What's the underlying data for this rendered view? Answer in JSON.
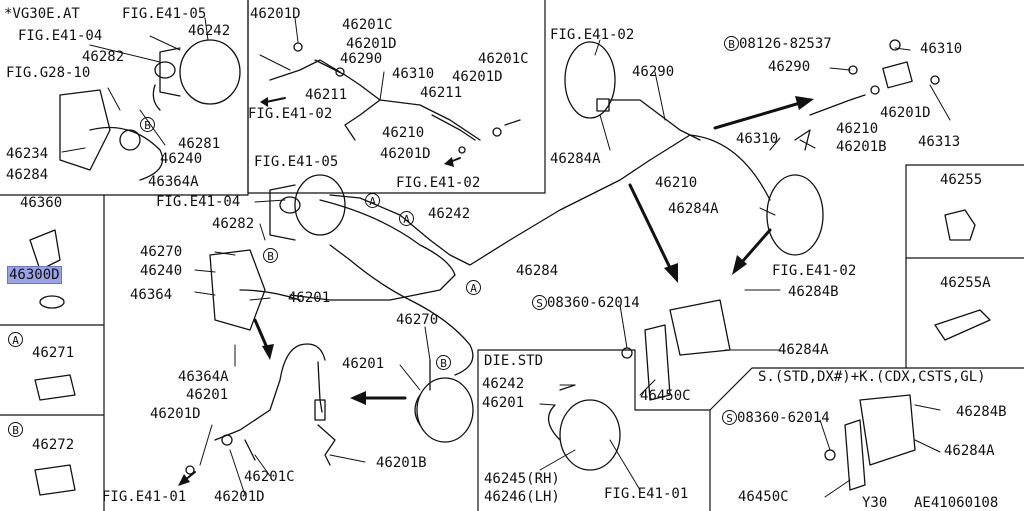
{
  "diagram": {
    "labels": {
      "vg30": "*VG30E.AT",
      "fig4105_a": "FIG.E41-05",
      "fig4104_a": "FIG.E41-04",
      "p46242_a": "46242",
      "p46282_a": "46282",
      "figg2810": "FIG.G28-10",
      "p46281": "46281",
      "p46234": "46234",
      "p46240_a": "46240",
      "p46284_a": "46284",
      "p46364a_a": "46364A",
      "p46201d_1": "46201D",
      "p46201c_1": "46201C",
      "p46201d_2": "46201D",
      "p46290_a": "46290",
      "p46310_a": "46310",
      "p46201d_3": "46201D",
      "p46201c_2": "46201C",
      "p46211_a": "46211",
      "p46211_b": "46211",
      "fig4102_a": "FIG.E41-02",
      "p46210_a": "46210",
      "p46201d_4": "46201D",
      "fig4102_b": "FIG.E41-02",
      "fig4102_c": "FIG.E41-02",
      "p46290_b": "46290",
      "p46284a_1": "46284A",
      "p46210_b": "46210",
      "b_code": "08126-82537",
      "p46310_b": "46310",
      "p46290_c": "46290",
      "p46201d_5": "46201D",
      "p46210_c": "46210",
      "p46313": "46313",
      "p46201b_1": "46201B",
      "p46310_c": "46310",
      "p46284a_2": "46284A",
      "fig4102_d": "FIG.E41-02",
      "p46284b_1": "46284B",
      "s_code_1": "08360-62014",
      "p46284a_3": "46284A",
      "p46450c_1": "46450C",
      "p46360": "46360",
      "p46300d": "46300D",
      "p46271": "46271",
      "p46272": "46272",
      "fig4105_b": "FIG.E41-05",
      "fig4104_b": "FIG.E41-04",
      "p46242_b": "46242",
      "p46282_b": "46282",
      "p46270_a": "46270",
      "p46240_b": "46240",
      "p46364": "46364",
      "p46201_a": "46201",
      "p46284_b": "46284",
      "p46270_b": "46270",
      "p46201_b": "46201",
      "p46364a_b": "46364A",
      "p46201_c": "46201",
      "p46201d_6": "46201D",
      "p46201c_3": "46201C",
      "p46201d_7": "46201D",
      "fig4101_a": "FIG.E41-01",
      "p46201b_2": "46201B",
      "die_std": "DIE.STD",
      "p46242_c": "46242",
      "p46201_d": "46201",
      "p46245": "46245(RH)",
      "p46246": "46246(LH)",
      "fig4101_b": "FIG.E41-01",
      "variant_note": "S.(STD,DX#)+K.(CDX,CSTS,GL)",
      "s_code_2": "08360-62014",
      "p46284b_2": "46284B",
      "p46284a_4": "46284A",
      "p46450c_2": "46450C",
      "p46255": "46255",
      "p46255a": "46255A",
      "y30": "Y30",
      "diagram_id": "AE41060108"
    },
    "callouts": {
      "a": "A",
      "b": "B",
      "s": "S"
    }
  }
}
